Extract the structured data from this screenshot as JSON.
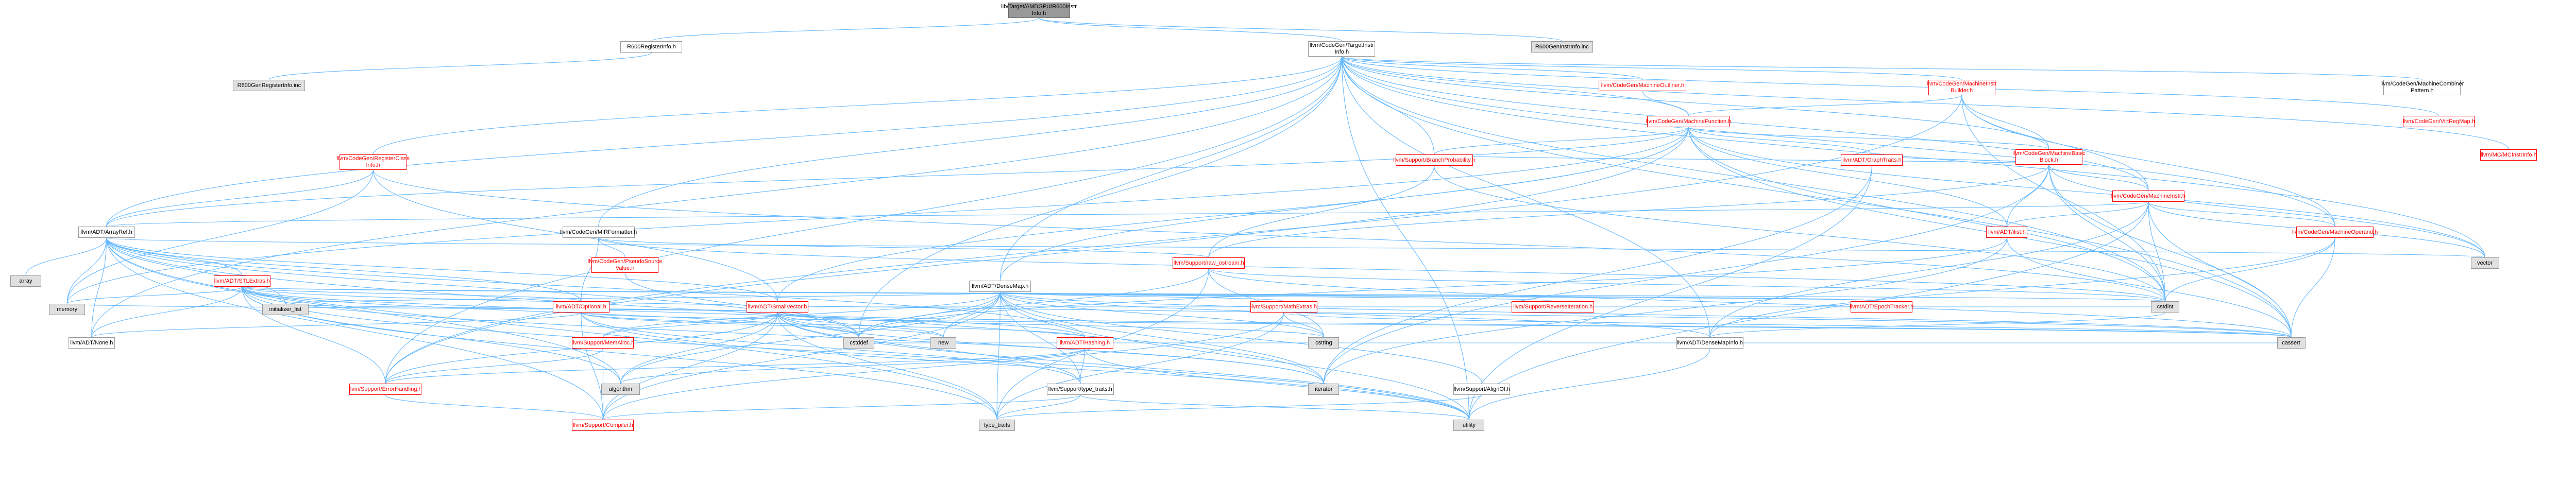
{
  "nodes": [
    {
      "id": "root",
      "label": "lib/Target/AMDGPU/R600Instr\nInfo.h",
      "style": "root"
    },
    {
      "id": "r600reginfo",
      "label": "R600RegisterInfo.h",
      "style": "plain"
    },
    {
      "id": "r600geninstr",
      "label": "R600GenInstrInfo.inc",
      "style": "sys"
    },
    {
      "id": "r600genreg",
      "label": "R600GenRegisterInfo.inc",
      "style": "sys"
    },
    {
      "id": "tii",
      "label": "llvm/CodeGen/TargetInstr\nInfo.h",
      "style": "plain"
    },
    {
      "id": "mib",
      "label": "llvm/CodeGen/MachineInstr\nBuilder.h",
      "style": "red"
    },
    {
      "id": "mo",
      "label": "llvm/CodeGen/MachineOutliner.h",
      "style": "red"
    },
    {
      "id": "mcp",
      "label": "llvm/CodeGen/MachineCombiner\nPattern.h",
      "style": "plain"
    },
    {
      "id": "vrm",
      "label": "llvm/CodeGen/VirtRegMap.h",
      "style": "red"
    },
    {
      "id": "mcinstr",
      "label": "llvm/MC/MCInstrInfo.h",
      "style": "red"
    },
    {
      "id": "mf",
      "label": "llvm/CodeGen/MachineFunction.h",
      "style": "red"
    },
    {
      "id": "mbb",
      "label": "llvm/CodeGen/MachineBasic\nBlock.h",
      "style": "red"
    },
    {
      "id": "rci",
      "label": "llvm/CodeGen/RegisterClass\nInfo.h",
      "style": "red"
    },
    {
      "id": "bp",
      "label": "llvm/Support/BranchProbability.h",
      "style": "red"
    },
    {
      "id": "gt",
      "label": "llvm/ADT/GraphTraits.h",
      "style": "red"
    },
    {
      "id": "mi",
      "label": "llvm/CodeGen/MachineInstr.h",
      "style": "red"
    },
    {
      "id": "ilist",
      "label": "llvm/ADT/ilist.h",
      "style": "red"
    },
    {
      "id": "mop",
      "label": "llvm/CodeGen/MachineOperand.h",
      "style": "red"
    },
    {
      "id": "arrayref",
      "label": "llvm/ADT/ArrayRef.h",
      "style": "plain"
    },
    {
      "id": "mirf",
      "label": "llvm/CodeGen/MIRFormatter.h",
      "style": "plain"
    },
    {
      "id": "pseudo",
      "label": "llvm/CodeGen/PseudoSource\nValue.h",
      "style": "red"
    },
    {
      "id": "rawos",
      "label": "llvm/Support/raw_ostream.h",
      "style": "red"
    },
    {
      "id": "densemap",
      "label": "llvm/ADT/DenseMap.h",
      "style": "plain"
    },
    {
      "id": "stlextras",
      "label": "llvm/ADT/STLExtras.h",
      "style": "red"
    },
    {
      "id": "optional",
      "label": "llvm/ADT/Optional.h",
      "style": "red"
    },
    {
      "id": "smallvec",
      "label": "llvm/ADT/SmallVector.h",
      "style": "red"
    },
    {
      "id": "hashing",
      "label": "llvm/ADT/Hashing.h",
      "style": "red"
    },
    {
      "id": "mathextras",
      "label": "llvm/Support/MathExtras.h",
      "style": "red"
    },
    {
      "id": "revit",
      "label": "llvm/Support/ReverseIteration.h",
      "style": "red"
    },
    {
      "id": "epoch",
      "label": "llvm/ADT/EpochTracker.h",
      "style": "red"
    },
    {
      "id": "densemapinfo",
      "label": "llvm/ADT/DenseMapInfo.h",
      "style": "plain"
    },
    {
      "id": "none",
      "label": "llvm/ADT/None.h",
      "style": "plain"
    },
    {
      "id": "memalloc",
      "label": "llvm/Support/MemAlloc.h",
      "style": "red"
    },
    {
      "id": "typetraits",
      "label": "llvm/Support/type_traits.h",
      "style": "plain"
    },
    {
      "id": "alignof",
      "label": "llvm/Support/AlignOf.h",
      "style": "plain"
    },
    {
      "id": "errh",
      "label": "llvm/Support/ErrorHandling.h",
      "style": "red"
    },
    {
      "id": "compiler",
      "label": "llvm/Support/Compiler.h",
      "style": "red"
    },
    {
      "id": "array",
      "label": "array",
      "style": "sys"
    },
    {
      "id": "memory",
      "label": "memory",
      "style": "sys"
    },
    {
      "id": "initlist",
      "label": "initializer_list",
      "style": "sys"
    },
    {
      "id": "new",
      "label": "new",
      "style": "sys"
    },
    {
      "id": "algorithm",
      "label": "algorithm",
      "style": "sys"
    },
    {
      "id": "cstddef",
      "label": "cstddef",
      "style": "sys"
    },
    {
      "id": "cstring",
      "label": "cstring",
      "style": "sys"
    },
    {
      "id": "iterator",
      "label": "iterator",
      "style": "sys"
    },
    {
      "id": "type_traits",
      "label": "type_traits",
      "style": "sys"
    },
    {
      "id": "utility",
      "label": "utility",
      "style": "sys"
    },
    {
      "id": "cstdint",
      "label": "cstdint",
      "style": "sys"
    },
    {
      "id": "cassert",
      "label": "cassert",
      "style": "sys"
    },
    {
      "id": "vector",
      "label": "vector",
      "style": "sys"
    }
  ],
  "colors": {
    "edge": "#63b8ff",
    "node_border": "#999999",
    "root_fill": "#999999",
    "system_fill": "#e0e0e0",
    "red_text": "#ff0000"
  }
}
